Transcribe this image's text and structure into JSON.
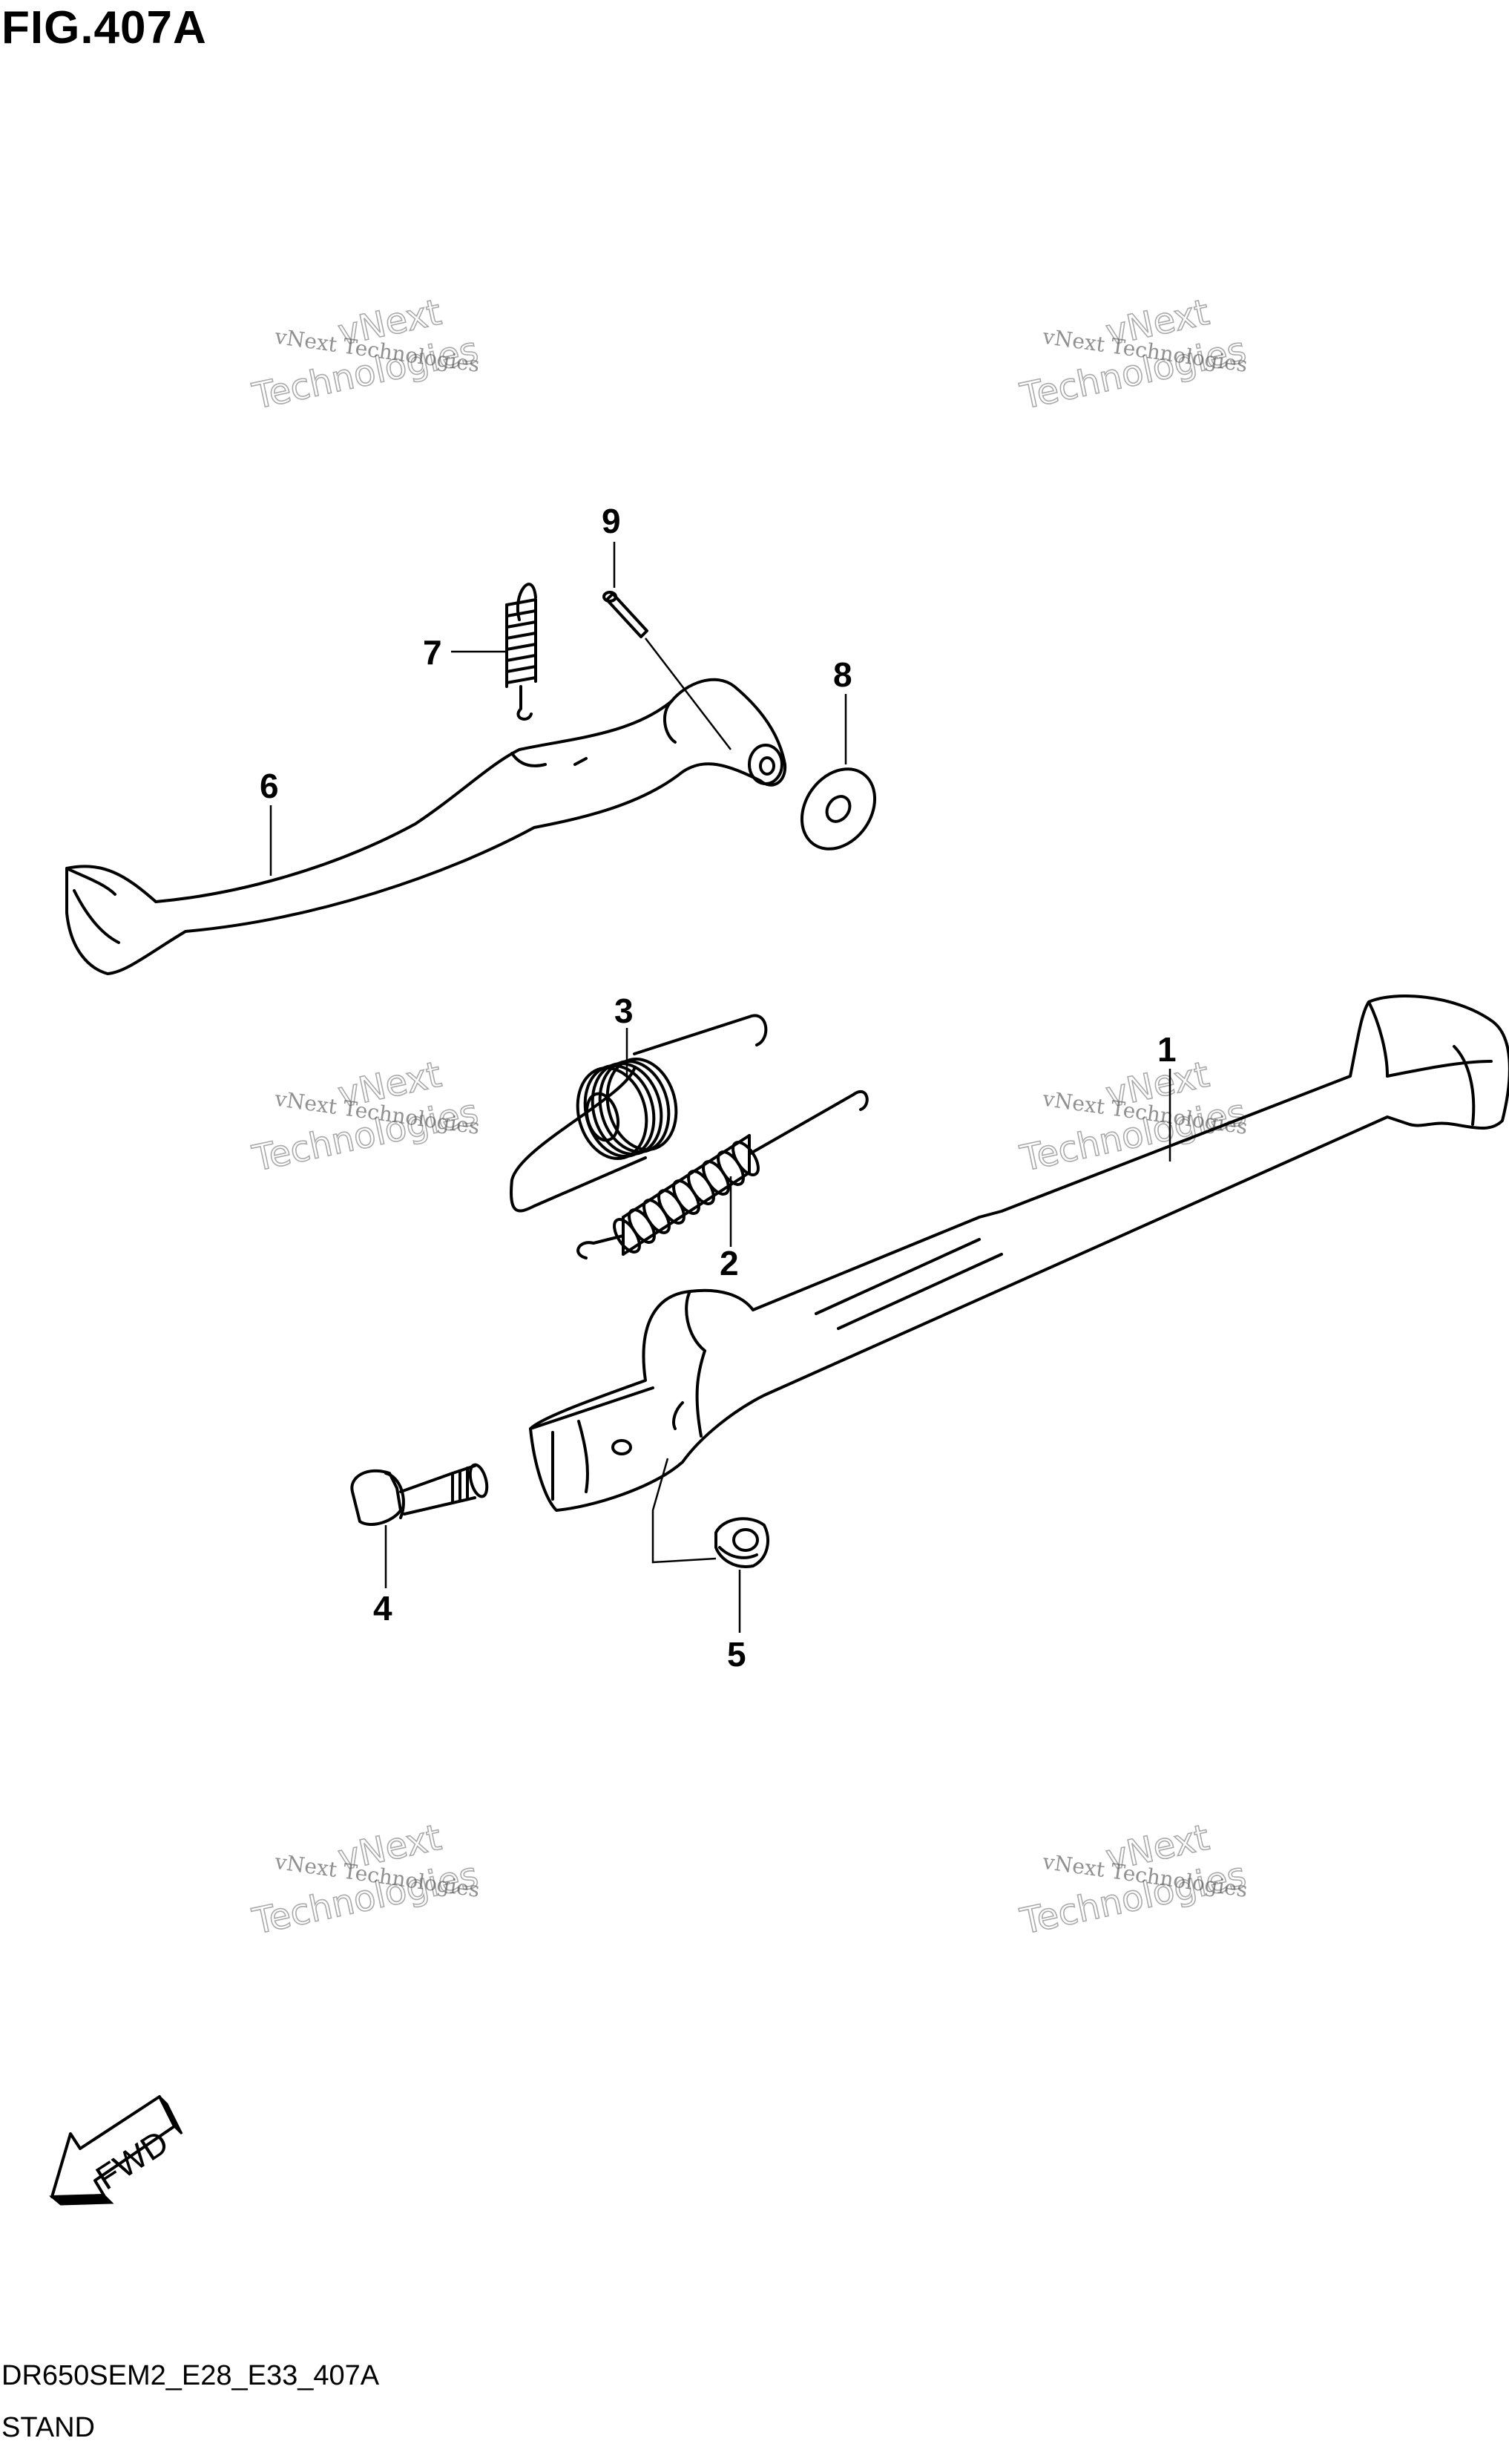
{
  "figure": {
    "title": "FIG.407A",
    "model_code": "DR650SEM2_E28_E33_407A",
    "name": "STAND"
  },
  "watermark": {
    "small": "vNext Technologies",
    "big_line1": "vNext",
    "big_line2": "Technologies"
  },
  "fwd_label": "FWD",
  "callouts": [
    {
      "id": "1",
      "label": "1"
    },
    {
      "id": "2",
      "label": "2"
    },
    {
      "id": "3",
      "label": "3"
    },
    {
      "id": "4",
      "label": "4"
    },
    {
      "id": "5",
      "label": "5"
    },
    {
      "id": "6",
      "label": "6"
    },
    {
      "id": "7",
      "label": "7"
    },
    {
      "id": "8",
      "label": "8"
    },
    {
      "id": "9",
      "label": "9"
    }
  ]
}
